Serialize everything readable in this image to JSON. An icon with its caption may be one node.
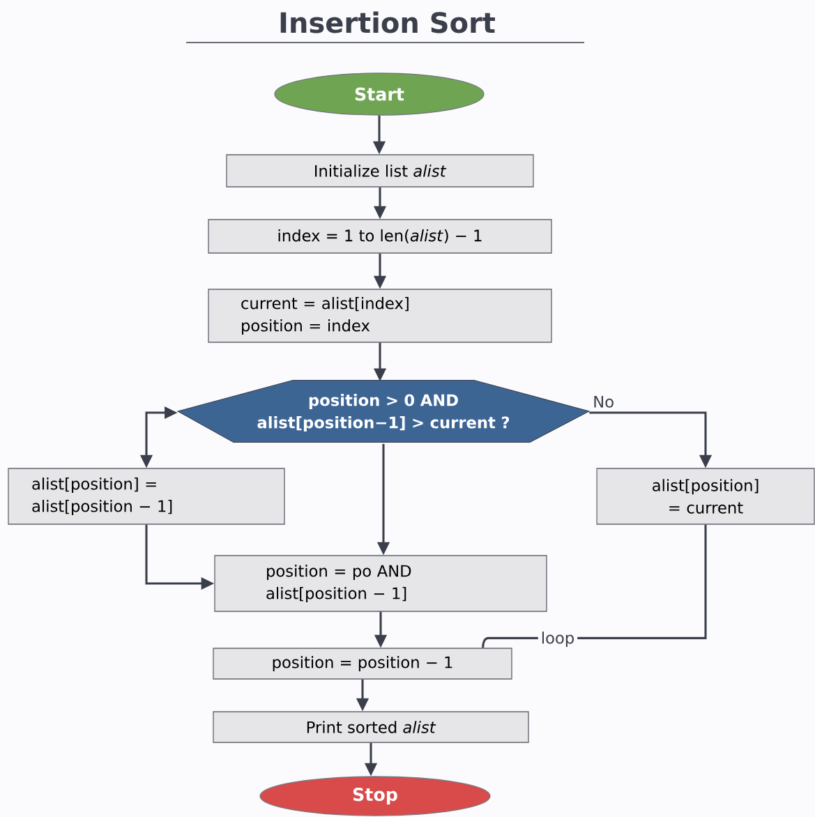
{
  "diagram": {
    "title": "Insertion Sort",
    "nodes": [
      {
        "text": [
          "Start"
        ]
      },
      {
        "text": [
          "Initialize list *alist*"
        ]
      },
      {
        "text": [
          "index = 1 to len(*alist*) − 1"
        ]
      },
      {
        "text": [
          "current = alist[index]",
          "position = index"
        ]
      },
      {
        "text": [
          "position > 0 AND alist[position−1] > current ?"
        ]
      },
      {
        "text": [
          "alist[position] = alist[position − 1]"
        ]
      },
      {
        "text": [
          "alist[position] = current"
        ]
      },
      {
        "text": [
          "position = po AND alist[position − 1]"
        ]
      },
      {
        "text": [
          "position = position − 1"
        ]
      },
      {
        "text": [
          "Print sorted *alist*"
        ]
      },
      {
        "text": [
          "Stop"
        ]
      }
    ],
    "edges": [
      {
        "from": 0,
        "to": 1,
        "arrow": "to"
      },
      {
        "from": 1,
        "to": 2,
        "arrow": "to"
      },
      {
        "from": 2,
        "to": 3,
        "arrow": "to"
      },
      {
        "from": 3,
        "to": 4,
        "arrow": "to"
      },
      {
        "from": 4,
        "to": 5,
        "arrow": "both"
      },
      {
        "from": 4,
        "to": 6,
        "arrow": "to",
        "label": "No"
      },
      {
        "from": 4,
        "to": 7,
        "arrow": "to"
      },
      {
        "from": 5,
        "to": 7,
        "arrow": "to"
      },
      {
        "from": 7,
        "to": 8,
        "arrow": "to"
      },
      {
        "from": 6,
        "to": 8,
        "arrow": "none",
        "label": "loop"
      },
      {
        "from": 8,
        "to": 9,
        "arrow": "to"
      },
      {
        "from": 9,
        "to": 10,
        "arrow": "to"
      }
    ]
  }
}
